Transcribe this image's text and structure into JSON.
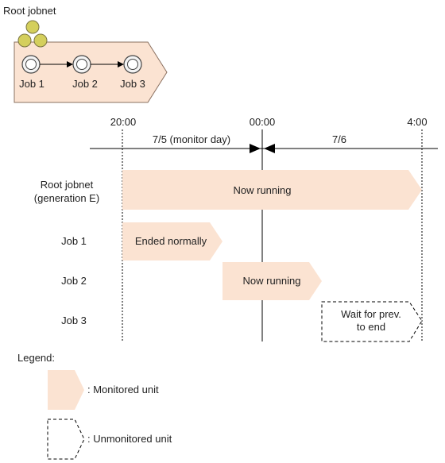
{
  "title": "Root jobnet",
  "jobnet_jobs": [
    "Job 1",
    "Job 2",
    "Job 3"
  ],
  "times": [
    "20:00",
    "00:00",
    "4:00"
  ],
  "periods": [
    "7/5 (monitor day)",
    "7/6"
  ],
  "rows": [
    {
      "label_lines": [
        "Root jobnet",
        "(generation E)"
      ],
      "bar_text_lines": [
        "Now running"
      ],
      "monitored": true
    },
    {
      "label_lines": [
        "Job 1"
      ],
      "bar_text_lines": [
        "Ended normally"
      ],
      "monitored": true
    },
    {
      "label_lines": [
        "Job 2"
      ],
      "bar_text_lines": [
        "Now running"
      ],
      "monitored": true
    },
    {
      "label_lines": [
        "Job 3"
      ],
      "bar_text_lines": [
        "Wait for prev.",
        "to end"
      ],
      "monitored": false
    }
  ],
  "legend": {
    "title": "Legend:",
    "monitored": ": Monitored unit",
    "unmonitored": ": Unmonitored unit"
  },
  "colors": {
    "fill": "#FBE3D2",
    "stroke": "#C8A58E",
    "circle": "#D4CF5C",
    "line": "#000000"
  }
}
